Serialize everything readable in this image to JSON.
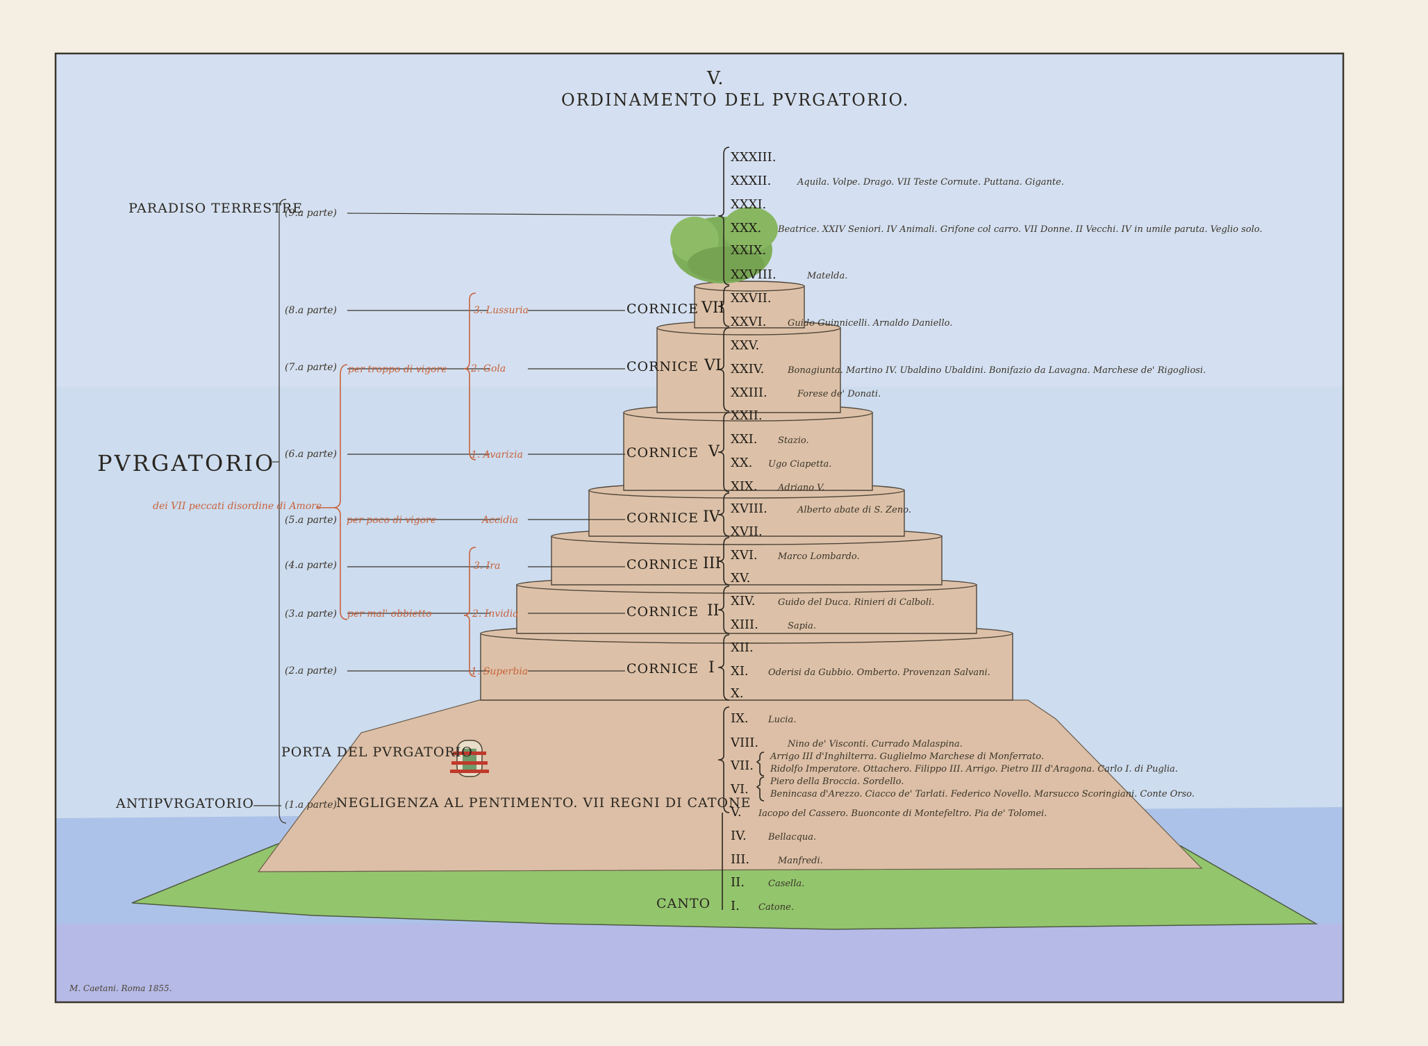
{
  "title": {
    "number": "V.",
    "main": "ORDINAMENTO DEL PVRGATORIO."
  },
  "left": {
    "paradiso": "PARADISO TERRESTRE",
    "purgatorio": "PVRGATORIO",
    "porta": "PORTA DEL PVRGATORIO",
    "antipurgatorio": "ANTIPVRGATORIO",
    "peccati": "dei VII peccati disordine di Amore",
    "parti": [
      "(9.a parte)",
      "(8.a parte)",
      "(7.a parte)",
      "(6.a parte)",
      "(5.a parte)",
      "(4.a parte)",
      "(3.a parte)",
      "(2.a parte)",
      "(1.a parte)"
    ],
    "vigore_troppo": "per troppo di vigore",
    "vigore_poco": "per poco di vigore",
    "obbietto": "per mal' obbietto",
    "sins": [
      "3. Lussuria",
      "2. Gola",
      "1. Avarizia",
      "Accidia",
      "3. Ira",
      "2. Invidia",
      "1. Superbia"
    ]
  },
  "cornici": {
    "label": "CORNICE",
    "numerals": [
      "VII",
      "VI",
      "V",
      "IV",
      "III",
      "II",
      "I"
    ]
  },
  "negligenza": "NEGLIGENZA AL PENTIMENTO. VII REGNI DI CATONE",
  "canto_label": "CANTO",
  "canti": [
    {
      "n": "XXXIII.",
      "t": ""
    },
    {
      "n": "XXXII.",
      "t": "Aquila. Volpe. Drago. VII Teste Cornute. Puttana. Gigante."
    },
    {
      "n": "XXXI.",
      "t": ""
    },
    {
      "n": "XXX.",
      "t": "Beatrice. XXIV Seniori. IV Animali. Grifone col carro. VII Donne. II Vecchi. IV in umile paruta. Veglio solo."
    },
    {
      "n": "XXIX.",
      "t": ""
    },
    {
      "n": "XXVIII.",
      "t": "Matelda."
    },
    {
      "n": "XXVII.",
      "t": ""
    },
    {
      "n": "XXVI.",
      "t": "Guido Guinnicelli. Arnaldo Daniello."
    },
    {
      "n": "XXV.",
      "t": ""
    },
    {
      "n": "XXIV.",
      "t": "Bonagiunta. Martino IV. Ubaldino Ubaldini. Bonifazio da Lavagna. Marchese de' Rigogliosi."
    },
    {
      "n": "XXIII.",
      "t": "Forese de' Donati."
    },
    {
      "n": "XXII.",
      "t": ""
    },
    {
      "n": "XXI.",
      "t": "Stazio."
    },
    {
      "n": "XX.",
      "t": "Ugo Ciapetta."
    },
    {
      "n": "XIX.",
      "t": "Adriano V."
    },
    {
      "n": "XVIII.",
      "t": "Alberto abate di S. Zeno."
    },
    {
      "n": "XVII.",
      "t": ""
    },
    {
      "n": "XVI.",
      "t": "Marco Lombardo."
    },
    {
      "n": "XV.",
      "t": ""
    },
    {
      "n": "XIV.",
      "t": "Guido del Duca. Rinieri di Calboli."
    },
    {
      "n": "XIII.",
      "t": "Sapia."
    },
    {
      "n": "XII.",
      "t": ""
    },
    {
      "n": "XI.",
      "t": "Oderisi da Gubbio. Omberto. Provenzan Salvani."
    },
    {
      "n": "X.",
      "t": ""
    },
    {
      "n": "IX.",
      "t": "Lucia."
    },
    {
      "n": "VIII.",
      "t": "Nino de' Visconti. Currado Malaspina."
    },
    {
      "n": "VII.",
      "t": ""
    },
    {
      "n": "VI.",
      "t": ""
    },
    {
      "n": "V.",
      "t": "Iacopo del Cassero. Buonconte di Montefeltro. Pia de' Tolomei."
    },
    {
      "n": "IV.",
      "t": "Bellacqua."
    },
    {
      "n": "III.",
      "t": "Manfredi."
    },
    {
      "n": "II.",
      "t": "Casella."
    },
    {
      "n": "I.",
      "t": "Catone."
    }
  ],
  "canto7_lines": [
    "Arrigo III d'Inghilterra. Guglielmo Marchese di Monferrato.",
    "Ridolfo Imperatore. Ottachero. Filippo III. Arrigo. Pietro III d'Aragona. Carlo I. di Puglia."
  ],
  "canto6_lines": [
    "Piero della Broccia. Sordello.",
    "Benincasa d'Arezzo. Ciacco de' Tarlati. Federico Novello. Marsucco Scoringiani. Conte Orso."
  ],
  "signature": "M. Caetani. Roma 1855.",
  "colors": {
    "sky": "#c9d9ee",
    "sea": "#a9bde6",
    "grass": "#8fc46b",
    "earth": "#dcc3ab",
    "red": "#c8623a",
    "ink": "#1f1b16",
    "tree": "#7fae5a"
  }
}
